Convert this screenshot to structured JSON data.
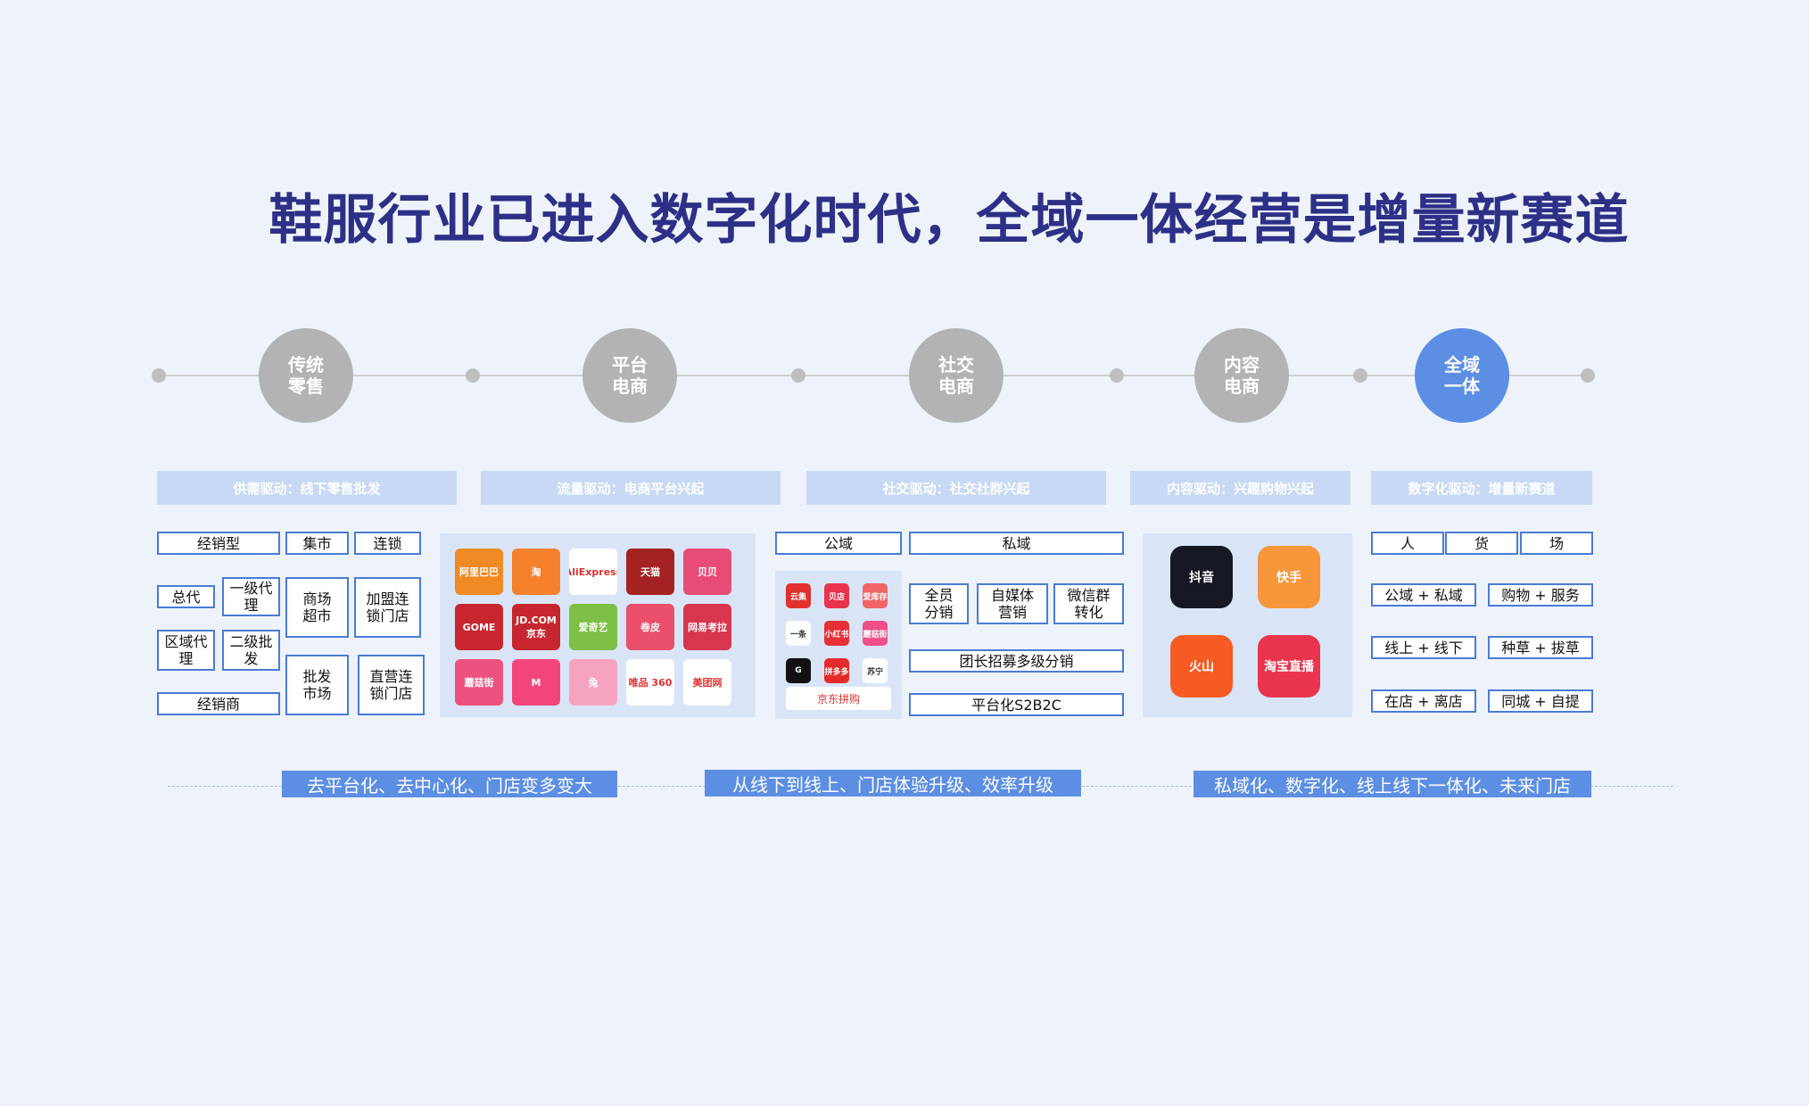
{
  "title": "鞋服行业已进入数字化时代，全域一体经营是增量新赛道",
  "stages": [
    {
      "label": "传统\n零售",
      "active": false
    },
    {
      "label": "平台\n电商",
      "active": false
    },
    {
      "label": "社交\n电商",
      "active": false
    },
    {
      "label": "内容\n电商",
      "active": false
    },
    {
      "label": "全域\n一体",
      "active": true
    }
  ],
  "drivers": [
    "供需驱动：线下零售批发",
    "流量驱动：电商平台兴起",
    "社交驱动：社交社群兴起",
    "内容驱动：兴趣购物兴起",
    "数字化驱动：增量新赛道"
  ],
  "traditional": {
    "dealer_type": "经销型",
    "market": "集市",
    "chain": "连锁",
    "general_agent": "总代",
    "first_agent": "一级代\n理",
    "regional_agent": "区域代\n理",
    "second_wholesale": "二级批\n发",
    "dealer": "经销商",
    "mall": "商场\n超市",
    "franchise": "加盟连\n锁门店",
    "wholesale_market": "批发\n市场",
    "direct_store": "直营连\n锁门店"
  },
  "platform_apps": [
    {
      "name": "阿里巴巴",
      "color": "#f08a24"
    },
    {
      "name": "淘",
      "color": "#f6812c"
    },
    {
      "name": "AliExpress",
      "color": "#ffffff"
    },
    {
      "name": "天猫",
      "color": "#a42221"
    },
    {
      "name": "贝贝",
      "color": "#e94b77"
    },
    {
      "name": "GOME",
      "color": "#c8262e"
    },
    {
      "name": "JD.COM 京东",
      "color": "#c7262e"
    },
    {
      "name": "爱奇艺",
      "color": "#7ebf46"
    },
    {
      "name": "卷皮",
      "color": "#ea4f6c"
    },
    {
      "name": "网易考拉",
      "color": "#d8354e"
    },
    {
      "name": "蘑菇街",
      "color": "#ee5180"
    },
    {
      "name": "M",
      "color": "#f2467b"
    },
    {
      "name": "兔",
      "color": "#f5a3c0"
    },
    {
      "name": "唯品 360",
      "color": "#ffffff"
    },
    {
      "name": "美团网",
      "color": "#ffffff"
    }
  ],
  "social": {
    "public_domain": "公域",
    "private_domain": "私域",
    "full_staff": "全员\n分销",
    "self_media": "自媒体\n营销",
    "wechat_group": "微信群\n转化",
    "team_leader": "团长招募多级分销",
    "platform": "平台化S2B2C",
    "small_apps": [
      {
        "name": "云集",
        "color": "#e0312f"
      },
      {
        "name": "贝店",
        "color": "#e8344c"
      },
      {
        "name": "爱库存",
        "color": "#f26565"
      },
      {
        "name": "一条",
        "color": "#ffffff"
      },
      {
        "name": "小红书",
        "color": "#e53036"
      },
      {
        "name": "蘑菇街",
        "color": "#ef4f8a"
      },
      {
        "name": "G",
        "color": "#111111"
      },
      {
        "name": "拼多多",
        "color": "#e42b2b"
      },
      {
        "name": "苏宁",
        "color": "#ffffff"
      }
    ],
    "jd_pinggou": "京东拼购"
  },
  "content_apps": [
    {
      "name": "抖音",
      "color": "#161823"
    },
    {
      "name": "快手",
      "color": "#f7963a"
    },
    {
      "name": "火山",
      "color": "#f55b23"
    },
    {
      "name": "淘宝直播",
      "color": "#e9344d"
    }
  ],
  "omni": {
    "people": "人",
    "goods": "货",
    "place": "场",
    "pairs": [
      [
        "公域 + 私域",
        "购物 + 服务"
      ],
      [
        "线上 + 线下",
        "种草 + 拔草"
      ],
      [
        "在店 + 离店",
        "同城 + 自提"
      ]
    ]
  },
  "banners": [
    "去平台化、去中心化、门店变多变大",
    "从线下到线上、门店体验升级、效率升级",
    "私域化、数字化、线上线下一体化、未来门店"
  ]
}
